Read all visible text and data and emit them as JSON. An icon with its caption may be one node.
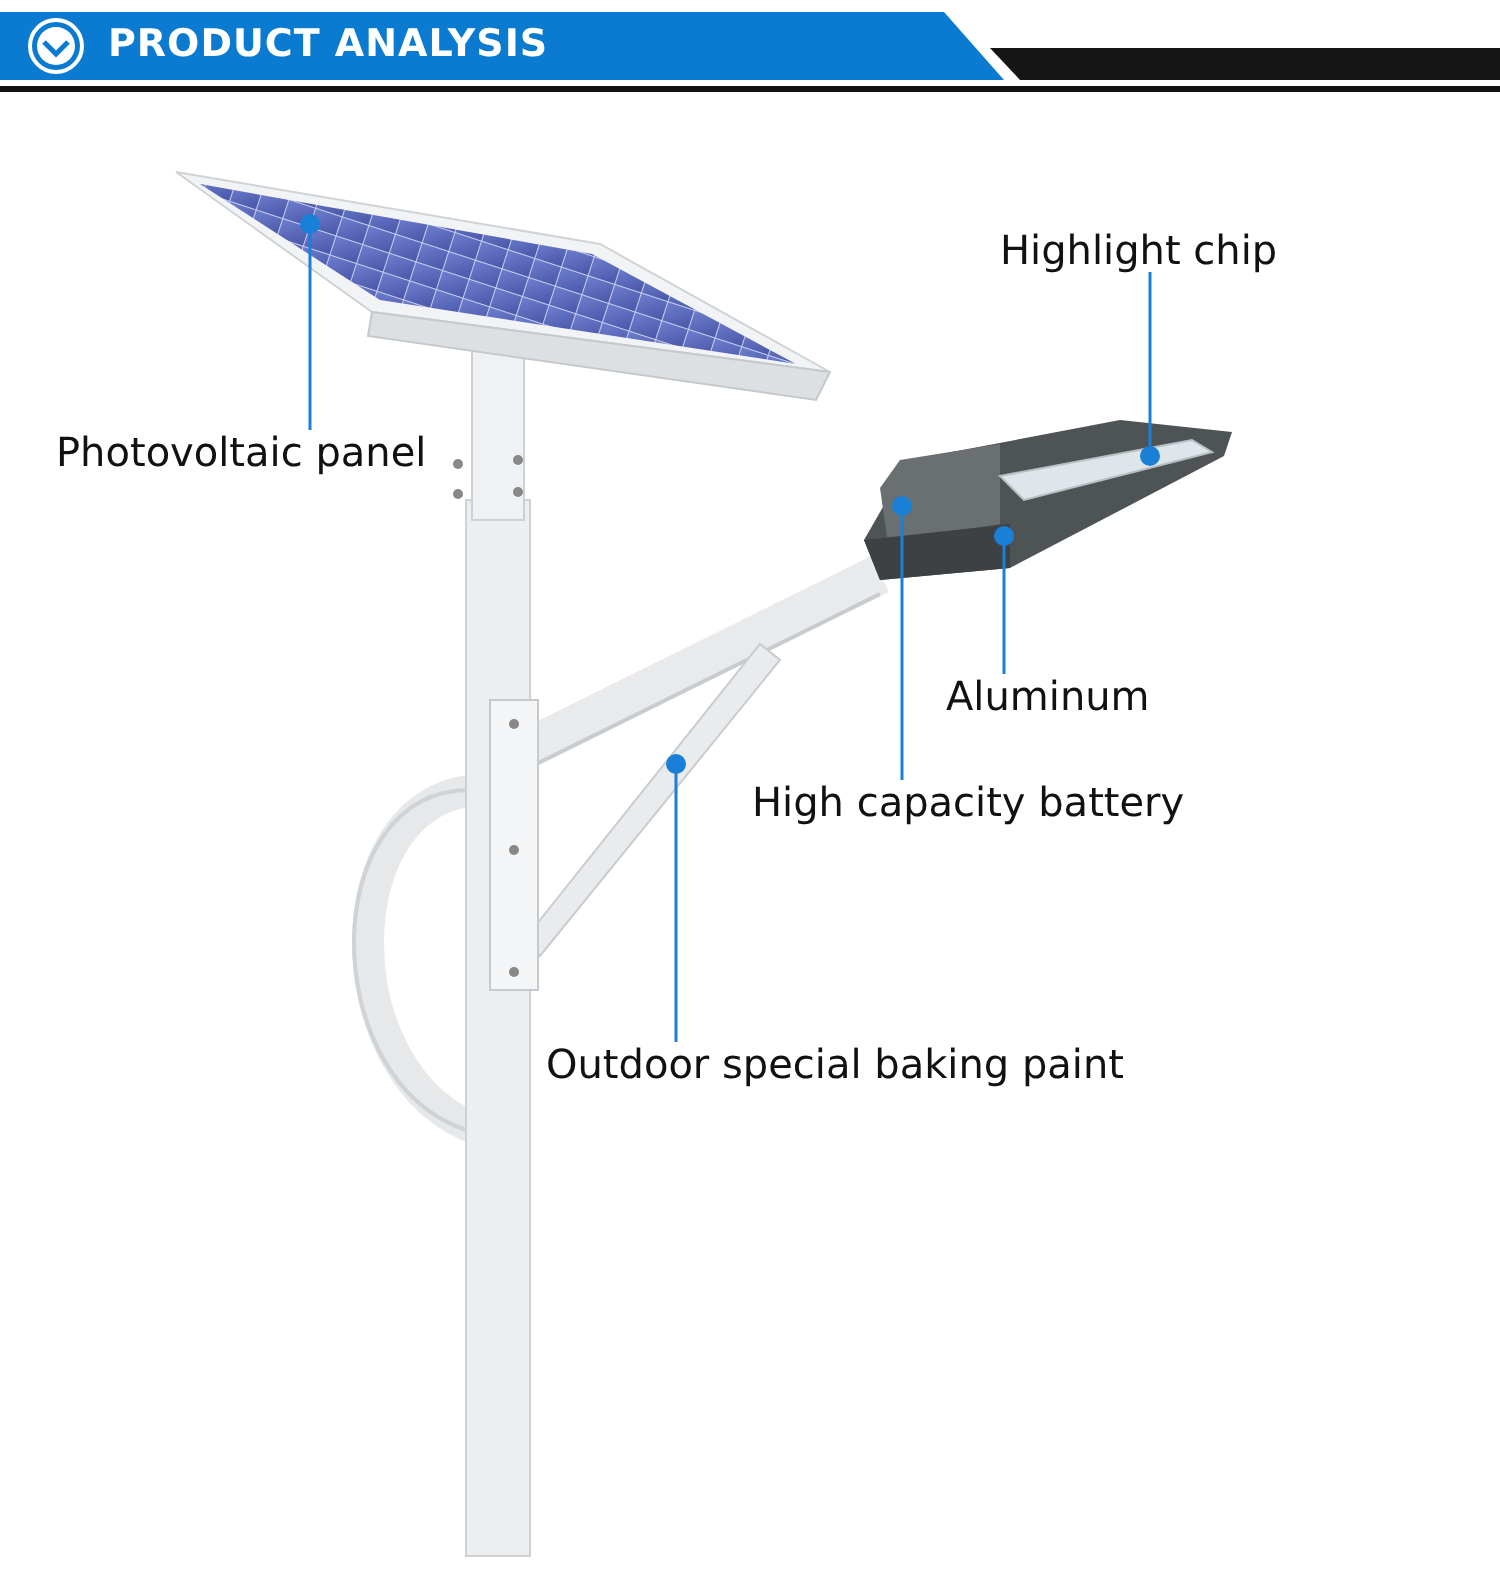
{
  "diagram": {
    "title": "PRODUCT ANALYSIS",
    "nodes": [
      {
        "text": [
          "Photovoltaic panel"
        ]
      },
      {
        "text": [
          "Highlight chip"
        ]
      },
      {
        "text": [
          "Aluminum"
        ]
      },
      {
        "text": [
          "High capacity battery"
        ]
      },
      {
        "text": [
          "Outdoor special baking paint"
        ]
      }
    ],
    "edges": [
      {
        "from": 0,
        "to": null,
        "arrow": "other"
      },
      {
        "from": 1,
        "to": null,
        "arrow": "other"
      },
      {
        "from": 2,
        "to": null,
        "arrow": "other"
      },
      {
        "from": 3,
        "to": null,
        "arrow": "other"
      },
      {
        "from": 4,
        "to": null,
        "arrow": "other"
      }
    ]
  }
}
